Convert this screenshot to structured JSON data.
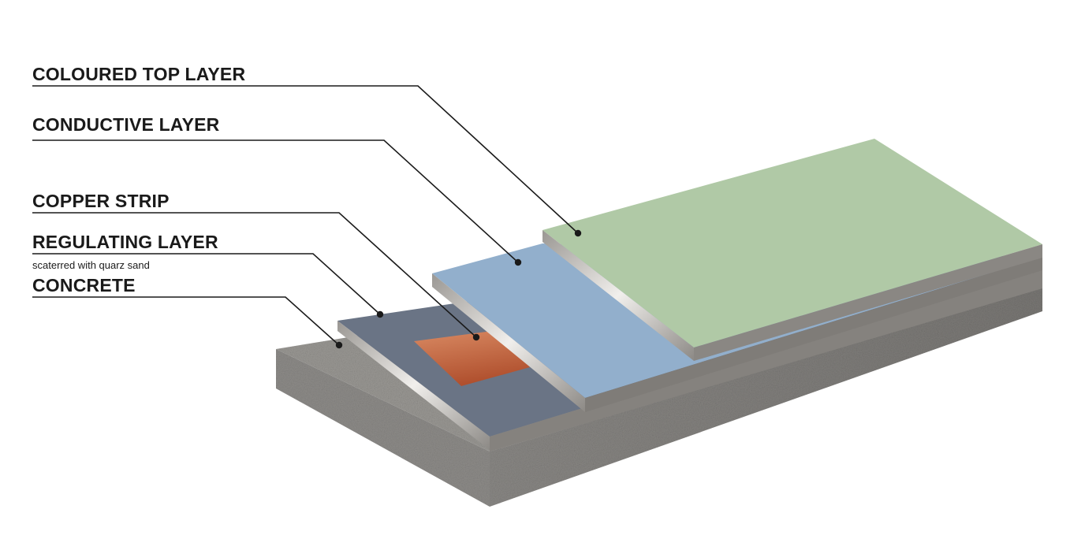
{
  "labels": {
    "top_layer": "COLOURED TOP LAYER",
    "conductive_layer": "CONDUCTIVE LAYER",
    "copper_strip": "COPPER STRIP",
    "regulating_layer": "REGULATING LAYER",
    "regulating_note": "scaterred with quarz sand",
    "concrete": "CONCRETE"
  },
  "colors": {
    "top_layer": "#b0c9a6",
    "conductive_layer": "#92afcc",
    "regulating_layer": "#6a7485",
    "copper_strip": "#c2643f",
    "concrete": "#8e8c89",
    "leader_lines": "#1a1a1a"
  }
}
